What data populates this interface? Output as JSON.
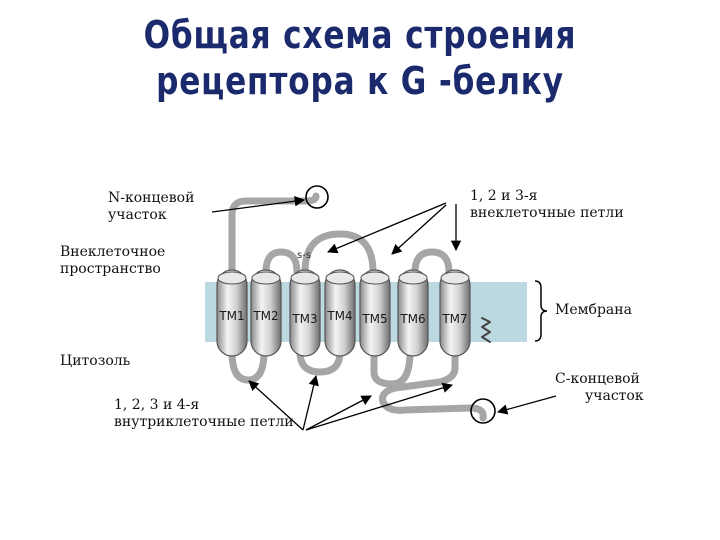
{
  "title": {
    "line1": "Общая схема строения",
    "line2": "рецептора к G -белку"
  },
  "labels": {
    "n_terminal_1": "N-концевой",
    "n_terminal_2": "участок",
    "extracellular_loops_1": "1, 2 и 3-я",
    "extracellular_loops_2": "внеклеточные петли",
    "extracellular_space_1": "Внеклеточное",
    "extracellular_space_2": "пространство",
    "membrane": "Мембрана",
    "cytosol": "Цитозоль",
    "c_terminal_1": "С-концевой",
    "c_terminal_2": "участок",
    "intracellular_loops_1": "1, 2, 3 и 4-я",
    "intracellular_loops_2": "внутриклеточные петли",
    "ss_bond": "s-s"
  },
  "helices": [
    "TM1",
    "TM2",
    "TM3",
    "TM4",
    "TM5",
    "TM6",
    "TM7"
  ],
  "colors": {
    "title": "#1a2a6c",
    "membrane": "#bcd8e0",
    "cylinder_fill": "#d4d4d4",
    "chain": "#a6a6a6"
  }
}
